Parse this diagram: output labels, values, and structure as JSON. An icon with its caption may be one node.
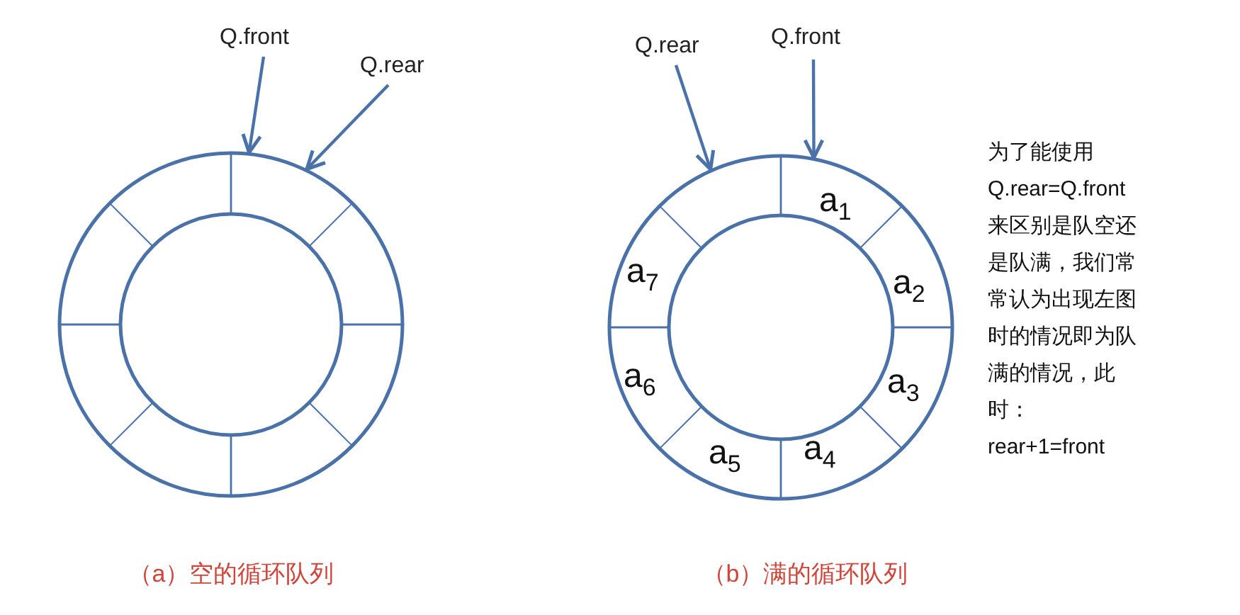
{
  "diagram": {
    "nodes": [
      {
        "text": [
          "Q.front"
        ]
      },
      {
        "text": [
          "Q.rear"
        ]
      },
      {
        "text": [],
        "shape": "circle",
        "beside": [
          "（a）空的循环队列"
        ]
      },
      {
        "text": [
          "Q.rear"
        ]
      },
      {
        "text": [
          "Q.front"
        ]
      },
      {
        "text": [],
        "shape": "circle",
        "beside": [
          "（b）满的循环队列"
        ]
      }
    ],
    "edges": [
      {
        "from": 0,
        "to": 2,
        "arrow": "to"
      },
      {
        "from": 1,
        "to": 2,
        "arrow": "to"
      },
      {
        "from": 3,
        "to": 5,
        "arrow": "to"
      },
      {
        "from": 4,
        "to": 5,
        "arrow": "to"
      }
    ],
    "labels": [
      "a$_{1}$",
      "a$_{2}$",
      "a$_{3}$",
      "a$_{4}$",
      "a$_{5}$",
      "a$_{6}$",
      "a$_{7}$",
      "为了能使用Q.rear=Q.front来区别是队空还是队满，我们常常认为出现左图时的情况即为队满的情况，此时：rear+1=front"
    ]
  }
}
